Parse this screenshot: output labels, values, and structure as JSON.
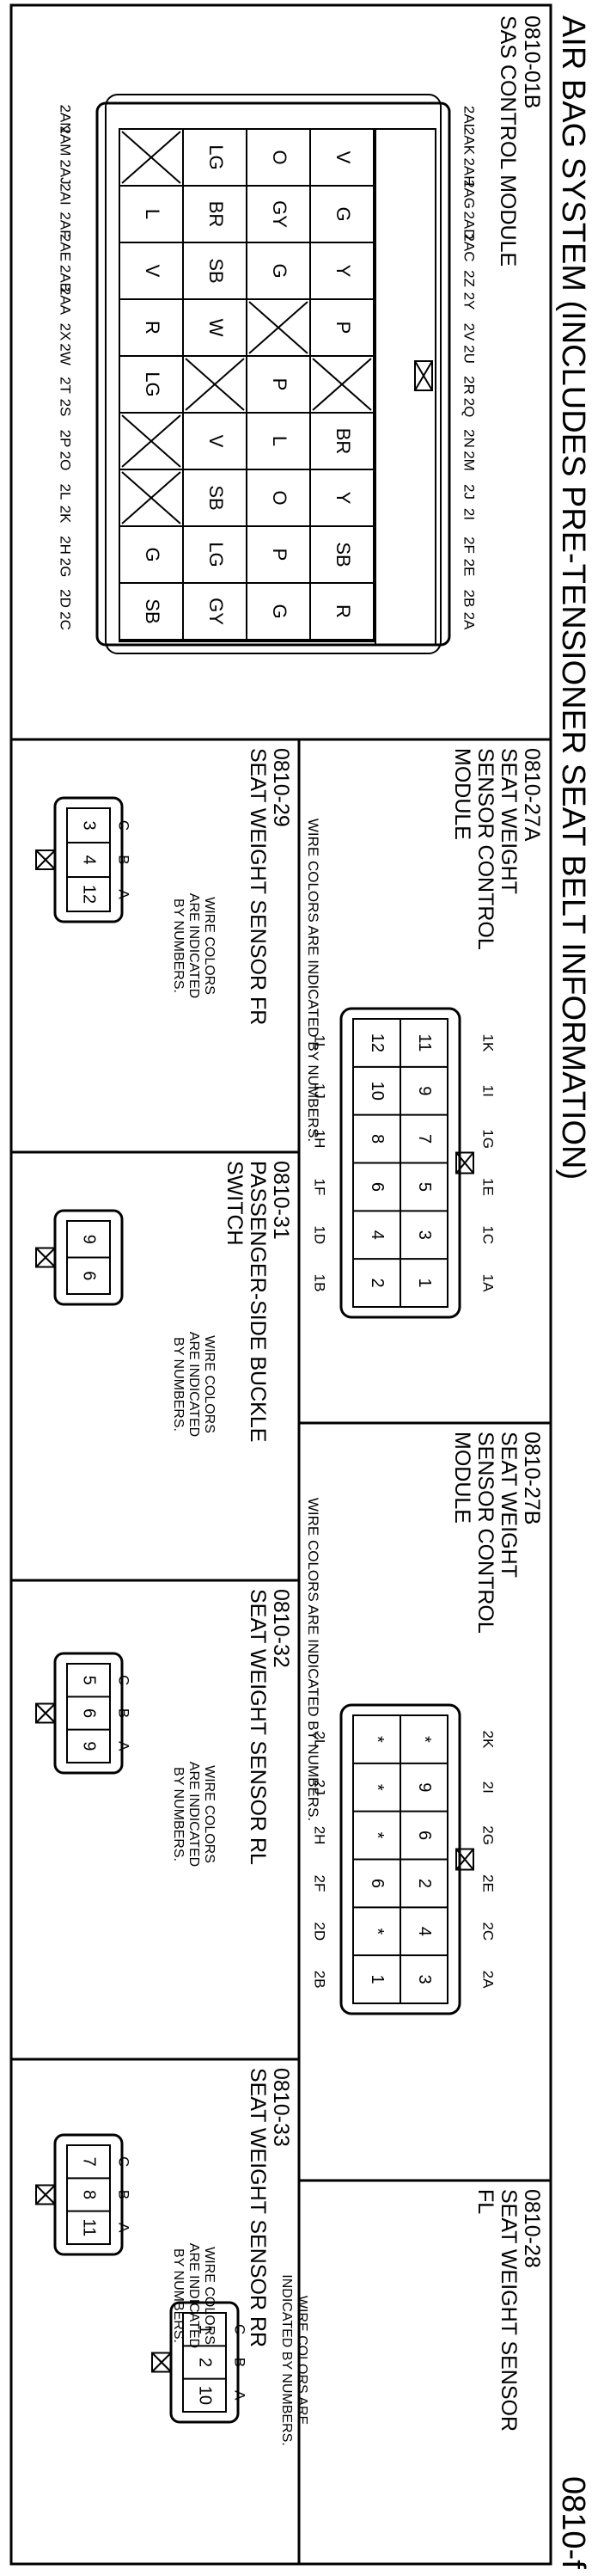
{
  "page": {
    "title": "AIR BAG SYSTEM (INCLUDES PRE-TENSIONER SEAT BELT INFORMATION)",
    "code": "0810-f",
    "wire_note": "WIRE COLORS ARE INDICATED BY NUMBERS."
  },
  "sas": {
    "id": "0810-01B",
    "name": "SAS CONTROL MODULE",
    "top_labels": [
      [
        "2A",
        "2B"
      ],
      [
        "2E",
        "2F"
      ],
      [
        "2I",
        "2J"
      ],
      [
        "2M",
        "2N"
      ],
      [
        "2Q",
        "2R"
      ],
      [
        "2U",
        "2V"
      ],
      [
        "2Y",
        "2Z"
      ],
      [
        "2AC",
        "2AD"
      ],
      [
        "2AG",
        "2AH"
      ],
      [
        "2AK",
        "2AL"
      ]
    ],
    "bottom_labels": [
      [
        "2C",
        "2D"
      ],
      [
        "2G",
        "2H"
      ],
      [
        "2K",
        "2L"
      ],
      [
        "2O",
        "2P"
      ],
      [
        "2S",
        "2T"
      ],
      [
        "2W",
        "2X"
      ],
      [
        "2AA",
        "2AB"
      ],
      [
        "2AE",
        "2AF"
      ],
      [
        "2AI",
        "2AJ"
      ],
      [
        "2AM",
        "2AN"
      ]
    ],
    "rows": [
      [
        "R",
        "SB",
        "Y",
        "BR",
        "",
        "P",
        "Y",
        "G",
        "V"
      ],
      [
        "G",
        "P",
        "O",
        "L",
        "P",
        "",
        "G",
        "GY",
        "O"
      ],
      [
        "GY",
        "LG",
        "SB",
        "V",
        "",
        "W",
        "SB",
        "BR",
        "LG"
      ],
      [
        "SB",
        "G",
        "",
        "",
        "LG",
        "R",
        "V",
        "L",
        ""
      ]
    ]
  },
  "c27a": {
    "id": "0810-27A",
    "name_lines": [
      "SEAT WEIGHT",
      "SENSOR CONTROL",
      "MODULE"
    ],
    "col_labels": [
      "1A",
      "1B",
      "1C",
      "1D",
      "1E",
      "1F",
      "1G",
      "1H",
      "1I",
      "1J",
      "1K",
      "1L"
    ],
    "top_row": [
      "1",
      "3",
      "5",
      "7",
      "9",
      "11"
    ],
    "bottom_row": [
      "2",
      "4",
      "6",
      "8",
      "10",
      "12"
    ]
  },
  "c27b": {
    "id": "0810-27B",
    "name_lines": [
      "SEAT WEIGHT",
      "SENSOR CONTROL",
      "MODULE"
    ],
    "col_labels": [
      "2A",
      "2B",
      "2C",
      "2D",
      "2E",
      "2F",
      "2G",
      "2H",
      "2I",
      "2J",
      "2K",
      "2L"
    ],
    "top_row": [
      "3",
      "4",
      "2",
      "6",
      "9",
      "*"
    ],
    "bottom_row": [
      "1",
      "*",
      "6",
      "*",
      "*",
      "*"
    ]
  },
  "c28": {
    "id": "0810-28",
    "name_lines": [
      "SEAT WEIGHT SENSOR",
      "FL"
    ],
    "pins": [
      "10",
      "2",
      "1"
    ],
    "letters": [
      "A",
      "B",
      "C"
    ],
    "note_lines": [
      "WIRE COLORS ARE",
      "INDICATED BY NUMBERS."
    ]
  },
  "c29": {
    "id": "0810-29",
    "name_lines": [
      "SEAT WEIGHT SENSOR FR"
    ],
    "pins": [
      "12",
      "4",
      "3"
    ],
    "letters": [
      "A",
      "B",
      "C"
    ],
    "note_lines": [
      "WIRE COLORS",
      "ARE INDICATED",
      "BY NUMBERS."
    ]
  },
  "c31": {
    "id": "0810-31",
    "name_lines": [
      "PASSENGER-SIDE BUCKLE",
      "SWITCH"
    ],
    "pins": [
      "6",
      "9"
    ],
    "note_lines": [
      "WIRE COLORS",
      "ARE INDICATED",
      "BY NUMBERS."
    ]
  },
  "c32": {
    "id": "0810-32",
    "name_lines": [
      "SEAT WEIGHT SENSOR RL"
    ],
    "pins": [
      "9",
      "6",
      "5"
    ],
    "letters": [
      "A",
      "B",
      "C"
    ],
    "note_lines": [
      "WIRE COLORS",
      "ARE INDICATED",
      "BY NUMBERS."
    ]
  },
  "c33": {
    "id": "0810-33",
    "name_lines": [
      "SEAT WEIGHT SENSOR RR"
    ],
    "pins": [
      "11",
      "8",
      "7"
    ],
    "letters": [
      "A",
      "B",
      "C"
    ],
    "note_lines": [
      "WIRE COLORS",
      "ARE INDICATED",
      "BY NUMBERS."
    ]
  }
}
